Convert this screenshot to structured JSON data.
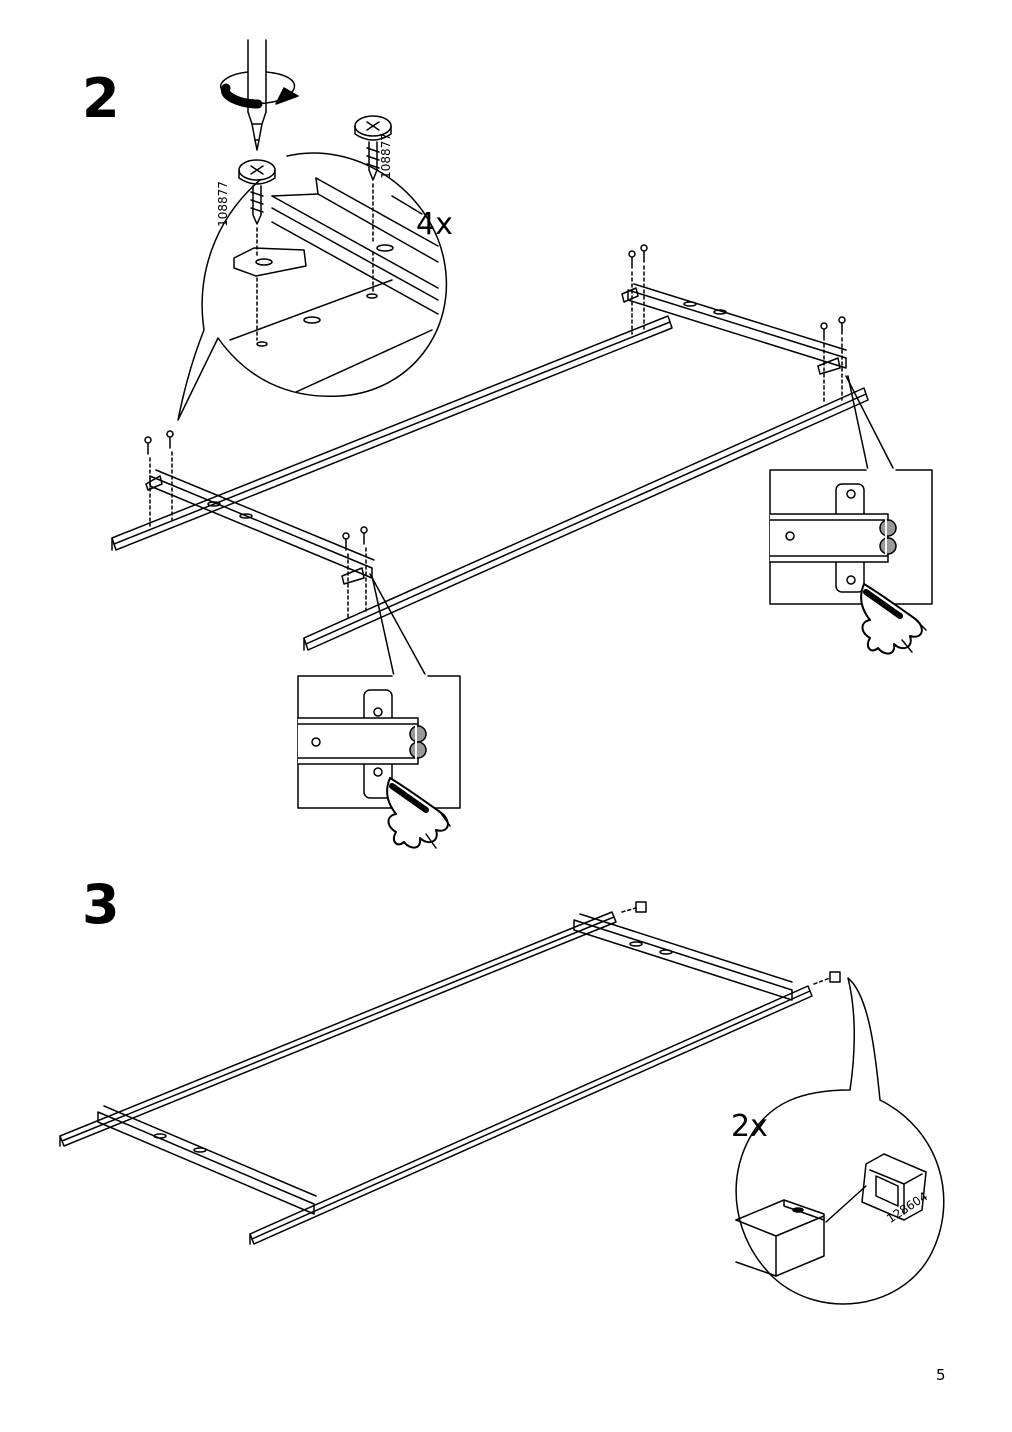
{
  "steps": [
    {
      "number": "2",
      "quantity": "4x",
      "part_number_1": "108877",
      "part_number_2": "108877"
    },
    {
      "number": "3",
      "quantity": "2x",
      "part_number": "128604"
    }
  ],
  "page_number": "5"
}
